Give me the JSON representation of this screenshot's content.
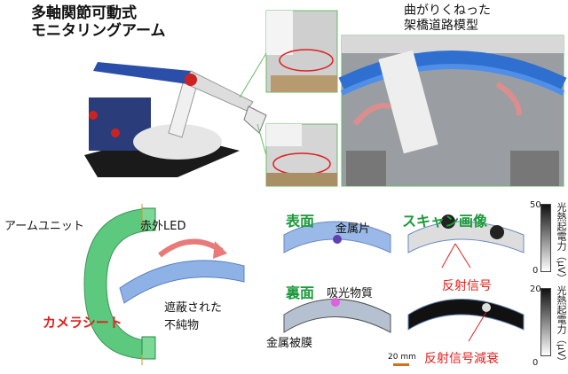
{
  "top": {
    "title_line1": "多軸関節可動式",
    "title_line2": "モニタリングアーム",
    "bridge_line1": "曲がりくねった",
    "bridge_line2": "架橋道路模型"
  },
  "bottom_left": {
    "arm_unit": "アームユニット",
    "ir_led": "赤外LED",
    "camera_sheet": "カメラシート",
    "hidden_line1": "遮蔽された",
    "hidden_line2": "不純物"
  },
  "bottom_right": {
    "front": "表面",
    "metal_piece": "金属片",
    "scan_image": "スキャン画像",
    "back": "裏面",
    "absorber": "吸光物質",
    "metal_film": "金属被膜",
    "scale": "20 mm",
    "reflection": "反射信号",
    "reflection_decay": "反射信号減衰"
  },
  "colorbars": [
    {
      "max": "50",
      "min": "0",
      "label": "光熱起電力（μV）"
    },
    {
      "max": "20",
      "min": "0",
      "label": "光熱起電力（μV）"
    }
  ],
  "colors": {
    "green": "#1a9a3a",
    "red": "#e0201c"
  }
}
